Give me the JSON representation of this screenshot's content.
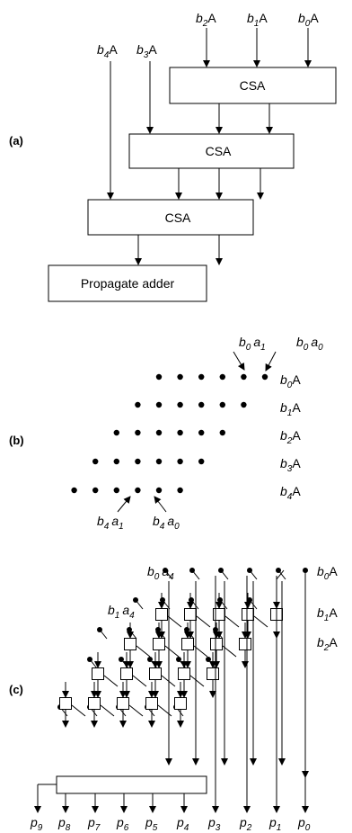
{
  "panels": {
    "a": {
      "label": "(a)",
      "inputs": [
        {
          "base": "b",
          "sub": "2",
          "suffix": "A"
        },
        {
          "base": "b",
          "sub": "1",
          "suffix": "A"
        },
        {
          "base": "b",
          "sub": "0",
          "suffix": "A"
        },
        {
          "base": "b",
          "sub": "4",
          "suffix": "A"
        },
        {
          "base": "b",
          "sub": "3",
          "suffix": "A"
        }
      ],
      "csa_label": "CSA",
      "adder_label": "Propagate adder"
    },
    "b": {
      "label": "(b)",
      "rows": [
        {
          "base": "b",
          "sub": "0",
          "suffix": "A"
        },
        {
          "base": "b",
          "sub": "1",
          "suffix": "A"
        },
        {
          "base": "b",
          "sub": "2",
          "suffix": "A"
        },
        {
          "base": "b",
          "sub": "3",
          "suffix": "A"
        },
        {
          "base": "b",
          "sub": "4",
          "suffix": "A"
        }
      ],
      "callouts": [
        {
          "b": "b",
          "bs": "0",
          "a": "a",
          "as": "1"
        },
        {
          "b": "b",
          "bs": "0",
          "a": "a",
          "as": "0"
        },
        {
          "b": "b",
          "bs": "4",
          "a": "a",
          "as": "1"
        },
        {
          "b": "b",
          "bs": "4",
          "a": "a",
          "as": "0"
        }
      ]
    },
    "c": {
      "label": "(c)",
      "callouts": [
        {
          "b": "b",
          "bs": "0",
          "a": "a",
          "as": "4"
        },
        {
          "b": "b",
          "bs": "1",
          "a": "a",
          "as": "4"
        }
      ],
      "rows": [
        {
          "base": "b",
          "sub": "0",
          "suffix": "A"
        },
        {
          "base": "b",
          "sub": "1",
          "suffix": "A"
        },
        {
          "base": "b",
          "sub": "2",
          "suffix": "A"
        }
      ],
      "outputs": [
        {
          "base": "p",
          "sub": "9"
        },
        {
          "base": "p",
          "sub": "8"
        },
        {
          "base": "p",
          "sub": "7"
        },
        {
          "base": "p",
          "sub": "6"
        },
        {
          "base": "p",
          "sub": "5"
        },
        {
          "base": "p",
          "sub": "4"
        },
        {
          "base": "p",
          "sub": "3"
        },
        {
          "base": "p",
          "sub": "2"
        },
        {
          "base": "p",
          "sub": "1"
        },
        {
          "base": "p",
          "sub": "0"
        }
      ]
    }
  }
}
